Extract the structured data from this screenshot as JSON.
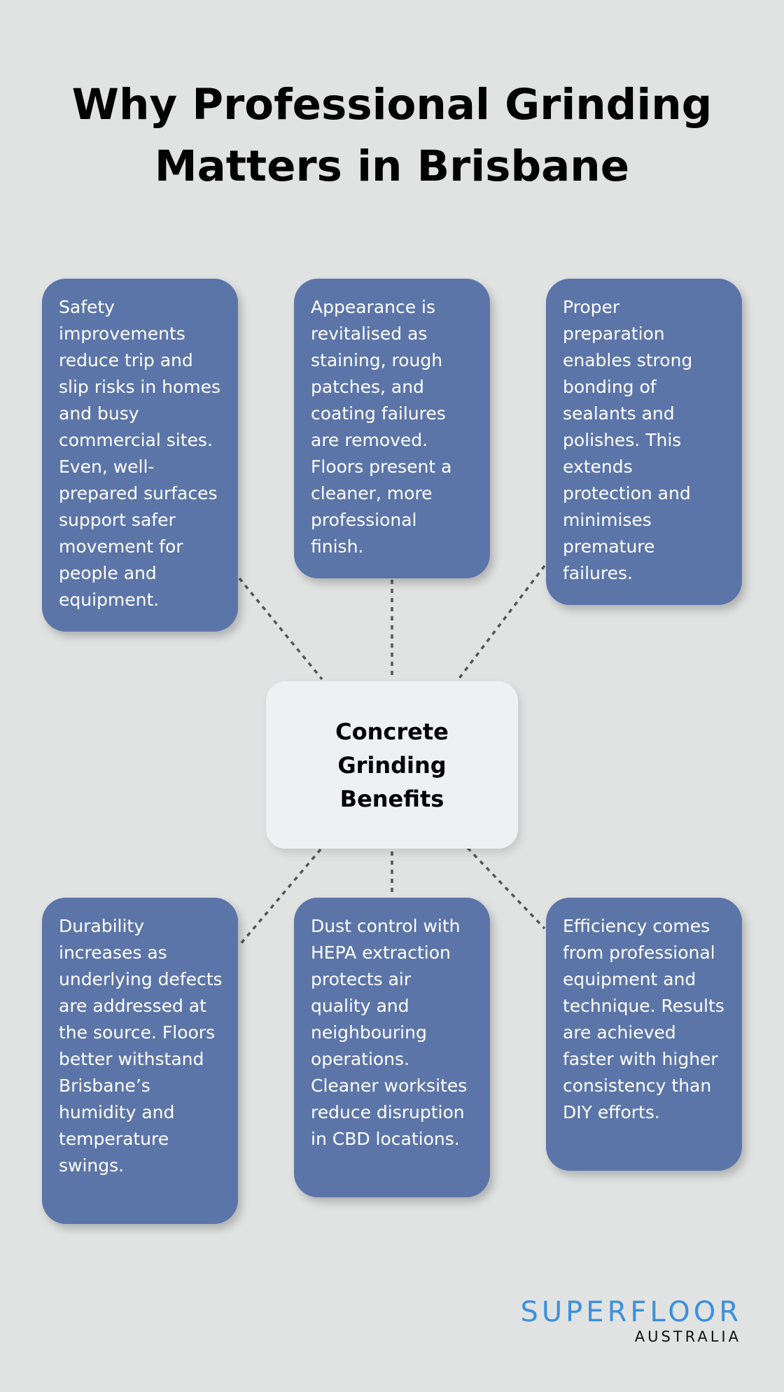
{
  "title": "Why Professional Grinding Matters in Brisbane",
  "center": {
    "label": "Concrete Grinding Benefits"
  },
  "cards": [
    {
      "text": "Safety improvements reduce trip and slip risks in homes and busy commercial sites. Even, well-prepared surfaces support safer movement for people and equipment."
    },
    {
      "text": "Appearance is revitalised as staining, rough patches, and coating failures are removed. Floors present a cleaner, more professional finish."
    },
    {
      "text": "Proper preparation enables strong bonding of sealants and polishes. This extends protection and minimises premature failures."
    },
    {
      "text": "Durability increases as underlying defects are addressed at the source. Floors better withstand Brisbane’s humidity and temperature swings."
    },
    {
      "text": "Dust control with HEPA extraction protects air quality and neighbouring operations. Cleaner worksites reduce disruption in CBD locations."
    },
    {
      "text": "Efficiency comes from professional equipment and technique. Results are achieved faster with higher consistency than DIY efforts."
    }
  ],
  "logo": {
    "name": "SUPERFLOOR",
    "subtitle": "AUSTRALIA"
  },
  "colors": {
    "background": "#e1e3e3",
    "card": "#5c75a8",
    "center_box": "#eff0f2",
    "connector": "#555555",
    "logo_accent": "#3b8fde"
  }
}
